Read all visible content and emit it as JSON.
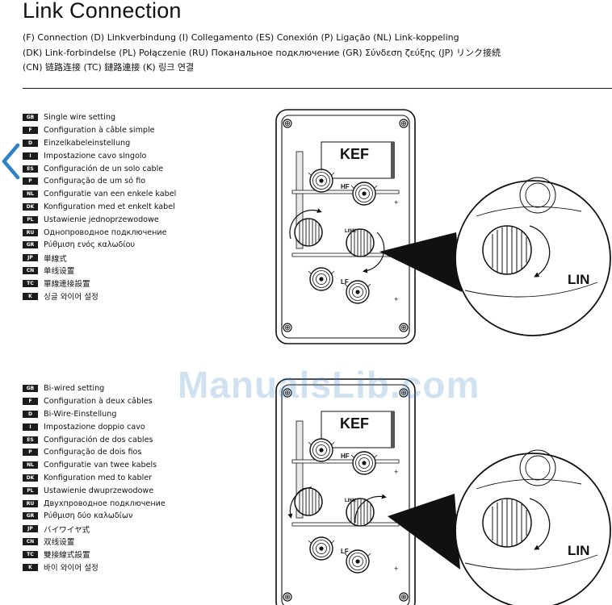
{
  "page": {
    "title": "Link Connection",
    "subtitle_lines": [
      "(F) Connection   (D) Linkverbindung   (I) Collegamento   (ES) Conexión   (P) Ligação   (NL) Link-koppeling",
      "(DK) Link-forbindelse   (PL) Połączenie   (RU) Поканальное подключение   (GR) Σύνδεση ζεύξης   (JP) リンク接続",
      "(CN) 链路连接   (TC) 鏈路連接   (K) 링크 연결"
    ]
  },
  "single_wire": [
    {
      "code": "GB",
      "text": "Single wire setting"
    },
    {
      "code": "F",
      "text": "Configuration à câble simple"
    },
    {
      "code": "D",
      "text": "Einzelkabeleinstellung"
    },
    {
      "code": "I",
      "text": "Impostazione cavo singolo"
    },
    {
      "code": "ES",
      "text": "Configuración de un solo cable"
    },
    {
      "code": "P",
      "text": "Configuração de um só fio"
    },
    {
      "code": "NL",
      "text": "Configuratie van een enkele kabel"
    },
    {
      "code": "DK",
      "text": "Konfiguration med et enkelt kabel"
    },
    {
      "code": "PL",
      "text": "Ustawienie jednoprzewodowe"
    },
    {
      "code": "RU",
      "text": "Однопроводное подключение"
    },
    {
      "code": "GR",
      "text": "Ρύθμιση ενός καλωδίου"
    },
    {
      "code": "JP",
      "text": "単線式"
    },
    {
      "code": "CN",
      "text": "单线设置"
    },
    {
      "code": "TC",
      "text": "單線連接設置"
    },
    {
      "code": "K",
      "text": "싱글 와이어 설정"
    }
  ],
  "bi_wire": [
    {
      "code": "GB",
      "text": "Bi-wired setting"
    },
    {
      "code": "F",
      "text": "Configuration à deux câbles"
    },
    {
      "code": "D",
      "text": "Bi-Wire-Einstellung"
    },
    {
      "code": "I",
      "text": "Impostazione doppio cavo"
    },
    {
      "code": "ES",
      "text": "Configuración de dos cables"
    },
    {
      "code": "P",
      "text": "Configuração de dois fios"
    },
    {
      "code": "NL",
      "text": "Configuratie van twee kabels"
    },
    {
      "code": "DK",
      "text": "Konfiguration med to kabler"
    },
    {
      "code": "PL",
      "text": "Ustawienie dwuprzewodowe"
    },
    {
      "code": "RU",
      "text": "Двухпроводное подключение"
    },
    {
      "code": "GR",
      "text": "Ρύθμιση δύο καλωδίων"
    },
    {
      "code": "JP",
      "text": "バイワイヤ式"
    },
    {
      "code": "CN",
      "text": "双线设置"
    },
    {
      "code": "TC",
      "text": "雙接線式設置"
    },
    {
      "code": "K",
      "text": "바이 와이어 설정"
    }
  ],
  "diagram": {
    "brand": "KEF",
    "hf_label": "HF",
    "lf_label": "LF",
    "link_label": "LINK",
    "zoom_label": "LIN"
  },
  "watermark": "ManualsLib.com",
  "icons": {
    "prev": "chevron-left-icon",
    "prev_color": "#2f83c5"
  }
}
